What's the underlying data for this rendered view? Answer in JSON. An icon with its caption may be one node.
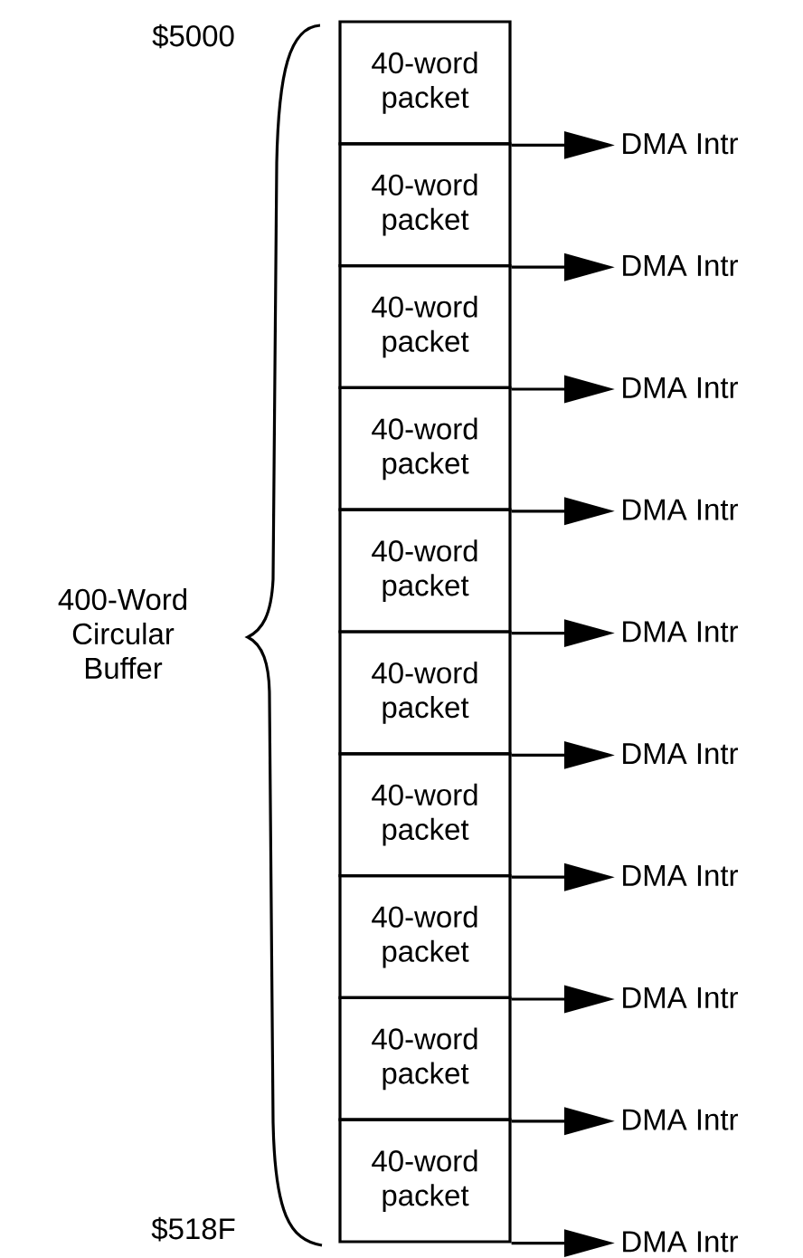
{
  "diagram": {
    "nodes": [
      {
        "text": [
          "40-word packet"
        ]
      },
      {
        "text": [
          "40-word packet"
        ]
      },
      {
        "text": [
          "40-word packet"
        ]
      },
      {
        "text": [
          "40-word packet"
        ]
      },
      {
        "text": [
          "40-word packet"
        ]
      },
      {
        "text": [
          "40-word packet"
        ]
      },
      {
        "text": [
          "40-word packet"
        ]
      },
      {
        "text": [
          "40-word packet"
        ]
      },
      {
        "text": [
          "40-word packet"
        ]
      },
      {
        "text": [
          "40-word packet"
        ]
      },
      {
        "text": [
          "DMA Intr"
        ]
      },
      {
        "text": [
          "DMA Intr"
        ]
      },
      {
        "text": [
          "DMA Intr"
        ]
      },
      {
        "text": [
          "DMA Intr"
        ]
      },
      {
        "text": [
          "DMA Intr"
        ]
      },
      {
        "text": [
          "DMA Intr"
        ]
      },
      {
        "text": [
          "DMA Intr"
        ]
      },
      {
        "text": [
          "DMA Intr"
        ]
      },
      {
        "text": [
          "DMA Intr"
        ]
      },
      {
        "text": [
          "DMA Intr"
        ]
      }
    ],
    "edges": [
      {
        "from": 0,
        "to": 10,
        "arrow": "to"
      },
      {
        "from": 1,
        "to": 11,
        "arrow": "to"
      },
      {
        "from": 2,
        "to": 12,
        "arrow": "to"
      },
      {
        "from": 3,
        "to": 13,
        "arrow": "to"
      },
      {
        "from": 4,
        "to": 14,
        "arrow": "to"
      },
      {
        "from": 5,
        "to": 15,
        "arrow": "to"
      },
      {
        "from": 6,
        "to": 16,
        "arrow": "to"
      },
      {
        "from": 7,
        "to": 17,
        "arrow": "to"
      },
      {
        "from": 8,
        "to": 18,
        "arrow": "to"
      },
      {
        "from": 9,
        "to": 19,
        "arrow": "to"
      }
    ],
    "labels": [
      "$5000",
      "400-Word Circular Buffer",
      "$518F"
    ]
  }
}
